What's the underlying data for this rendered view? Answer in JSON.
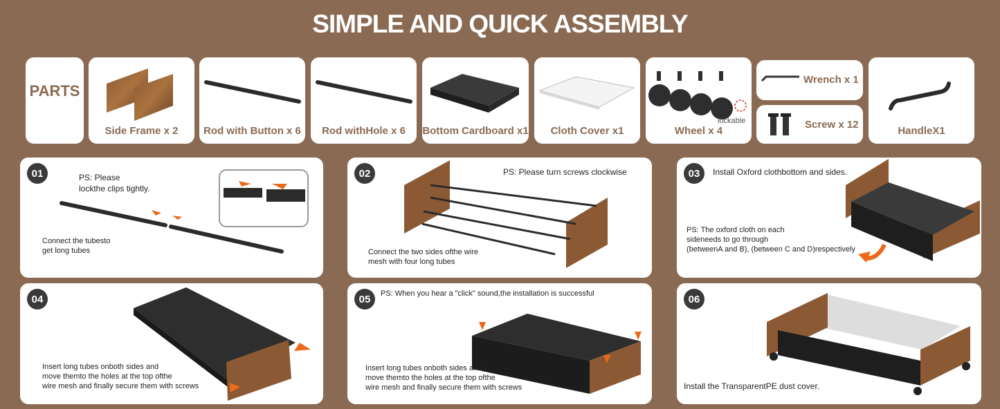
{
  "header": {
    "title": "SIMPLE AND QUICK ASSEMBLY"
  },
  "parts": {
    "heading": "PARTS",
    "items": [
      {
        "label": "Side Frame x 2"
      },
      {
        "label": "Rod with Button x 6"
      },
      {
        "label": "Rod withHole x 6"
      },
      {
        "label": "Bottom Cardboard x1"
      },
      {
        "label": "Cloth Cover x1"
      },
      {
        "label": "Wheel x 4",
        "note": "lockable"
      },
      {
        "label": "Wrench x 1"
      },
      {
        "label": "Screw x 12"
      },
      {
        "label": "HandleX1"
      }
    ]
  },
  "steps": [
    {
      "num": "01",
      "ps_line1": "PS: Please",
      "ps_line2": "lockthe clips tightly.",
      "text_line1": "Connect the tubesto",
      "text_line2": "get long tubes"
    },
    {
      "num": "02",
      "ps": "PS: Please turn screws clockwise",
      "text_line1": "Connect the two sides ofthe wire",
      "text_line2": "mesh with four long tubes"
    },
    {
      "num": "03",
      "ps": "Install Oxford clothbottom and sides.",
      "text_line1": "PS: The oxford cloth on each",
      "text_line2": "sideneeds to go through",
      "text_line3": "(betweenA and B), (between C and D)respectively"
    },
    {
      "num": "04",
      "text_line1": "Insert long tubes onboth sides and",
      "text_line2": "move themto the holes at the top ofthe",
      "text_line3": "wire mesh and finally secure them with screws"
    },
    {
      "num": "05",
      "ps": "PS: When you hear a \"click\" sound,the installation is successful",
      "text_line1": "Insert long tubes onboth sides and",
      "text_line2": "move themto the holes at the top ofthe",
      "text_line3": "wire mesh and finally secure them with screws"
    },
    {
      "num": "06",
      "text_line1": "Install the TransparentPE dust cover."
    }
  ]
}
